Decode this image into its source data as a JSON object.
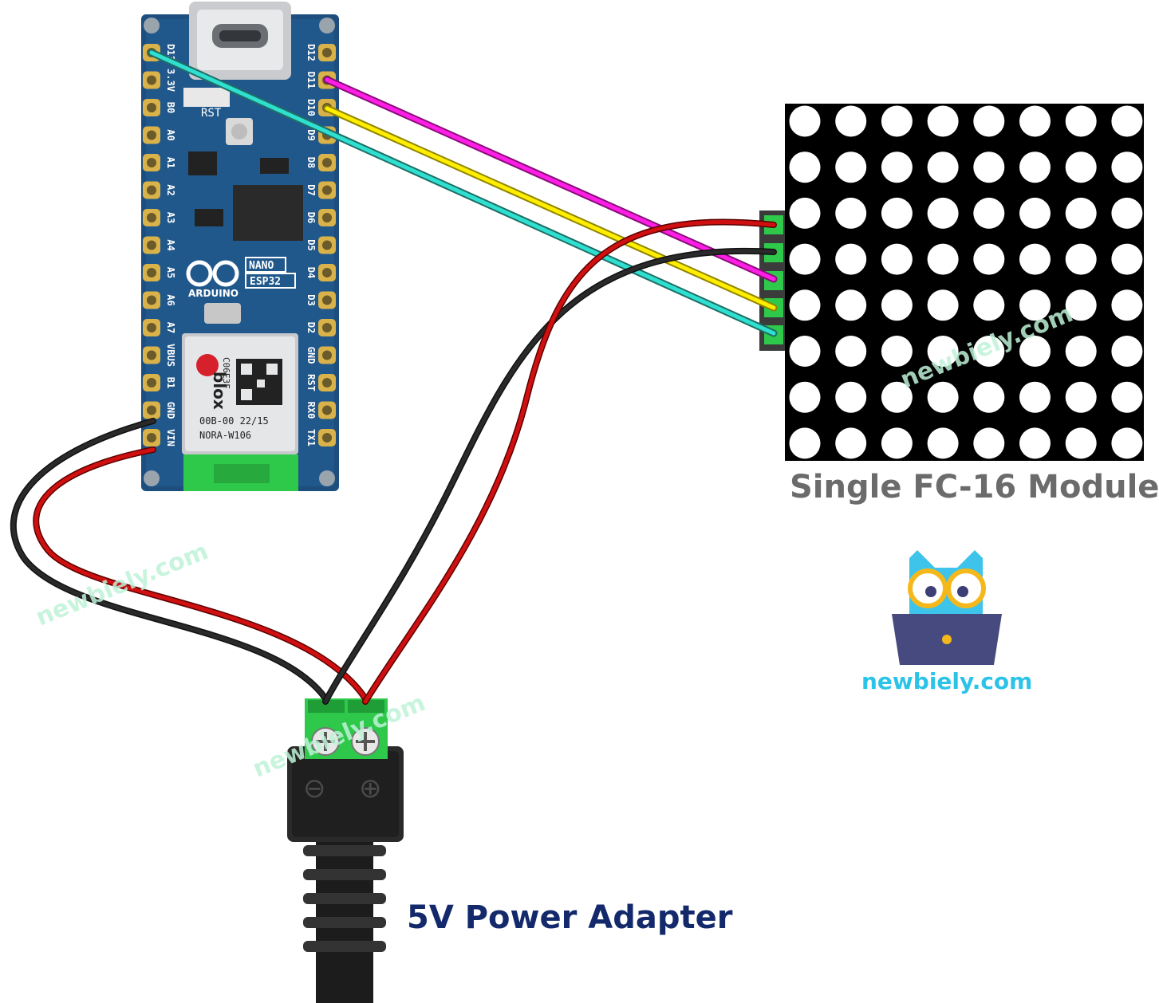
{
  "board": {
    "usb_label": "",
    "left_pins": [
      "D13",
      "3.3V",
      "B0",
      "A0",
      "A1",
      "A2",
      "A3",
      "A4",
      "A5",
      "A6",
      "A7",
      "VBUS",
      "B1",
      "GND",
      "VIN"
    ],
    "right_pins": [
      "D12",
      "D11",
      "D10",
      "D9",
      "D8",
      "D7",
      "D6",
      "D5",
      "D4",
      "D3",
      "D2",
      "GND",
      "RST",
      "RX0",
      "TX1"
    ],
    "rst_label": "RST",
    "brand": "ARDUINO",
    "model_line1": "NANO",
    "model_line2": "ESP32",
    "module_brand": "blox",
    "module_code": "C06E3F",
    "module_lot": "00B-00 22/15",
    "module_name": "NORA-W106"
  },
  "led_matrix": {
    "rows": 8,
    "cols": 8,
    "label": "Single FC-16 Module"
  },
  "adapter": {
    "minus_symbol": "⊖",
    "plus_symbol": "⊕",
    "label": "5V Power Adapter"
  },
  "brand": {
    "site": "newbiely.com",
    "watermark": "newbiely.com"
  },
  "colors": {
    "board_blue": "#1d4e7e",
    "terminal_green": "#2ec84a",
    "wire_red": "#d01010",
    "wire_black": "#1a1a1a",
    "wire_magenta": "#ff1ee6",
    "wire_yellow": "#ffee00",
    "wire_cyan": "#2fe0d0",
    "label_gray": "#6b6b6b",
    "label_navy": "#13296b",
    "brand_cyan": "#2cc3e8"
  }
}
